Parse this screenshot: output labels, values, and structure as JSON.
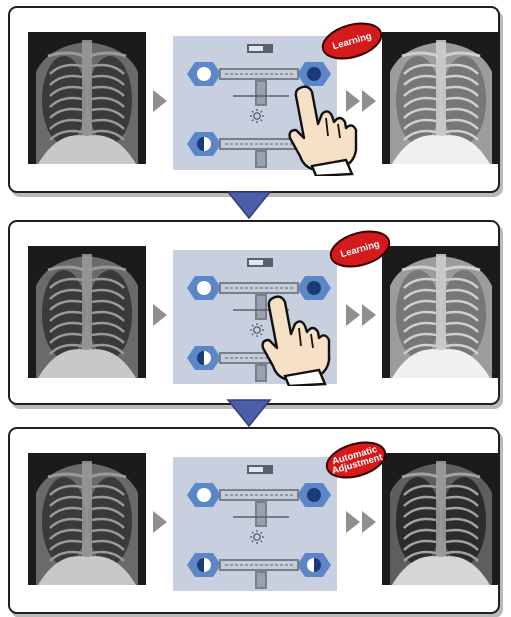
{
  "steps": [
    {
      "badge": "Learning",
      "hand": true,
      "output_brightness": "bright"
    },
    {
      "badge": "Learning",
      "hand": true,
      "output_brightness": "bright"
    },
    {
      "badge": "Automatic\nAdjustment",
      "hand": false,
      "output_brightness": "dark"
    }
  ],
  "colors": {
    "panel_border": "#1f1f1f",
    "badge_fill": "#d41a1a",
    "control_bg": "#c8d0e0",
    "knob_blue": "#5b86c7",
    "arrow_gray": "#8f8f8f",
    "connector_blue": "#4a5fa8"
  },
  "icons": [
    "xray-input-icon",
    "xray-output-icon",
    "play-arrow-icon",
    "double-arrow-icon",
    "slider-control-icon",
    "pointing-hand-icon",
    "down-triangle-icon"
  ]
}
